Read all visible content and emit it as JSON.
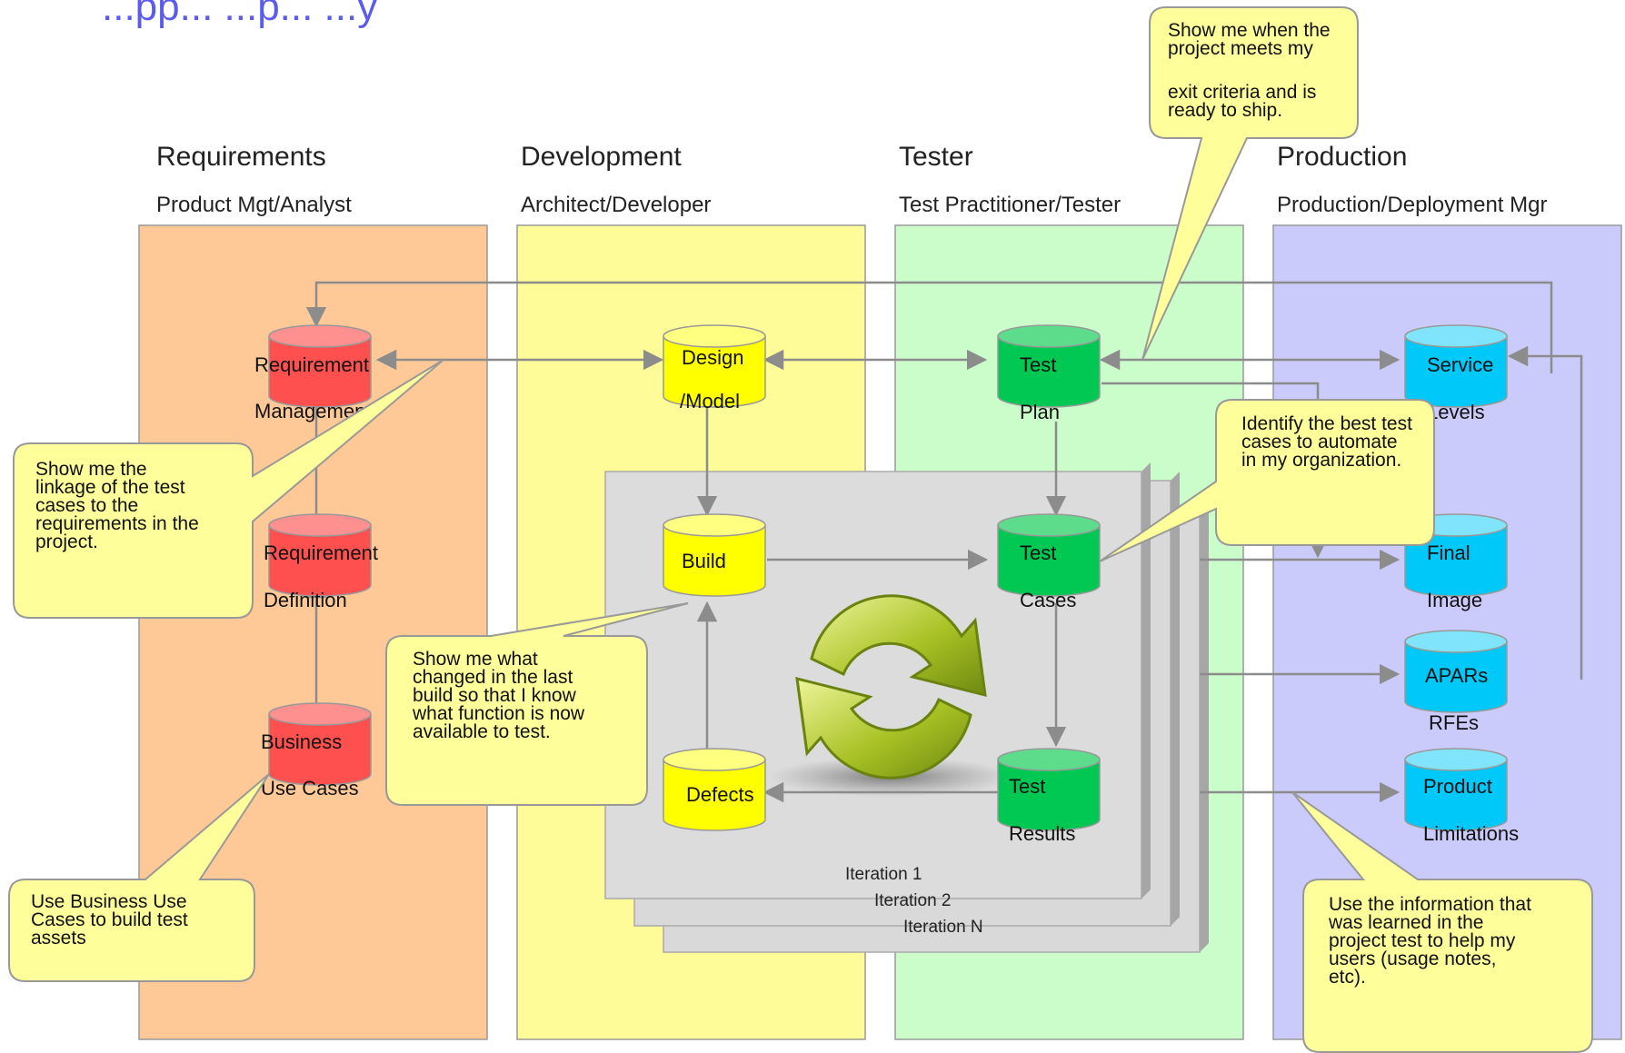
{
  "header": {
    "partial_title": "...pp... ...p... ...y"
  },
  "colors": {
    "requirements_lane": "#fec997",
    "development_lane": "#fdfc98",
    "tester_lane": "#cbfdcb",
    "production_lane": "#cbcbfb",
    "red_store": "#ff5050",
    "yellow_store": "#ffff00",
    "green_store": "#00c853",
    "cyan_store": "#00c8f8",
    "callout": "#fefe9a",
    "iteration_box": "#d9d9d9",
    "connector": "#8c8c8c",
    "heading": "#5b5bf0"
  },
  "lanes": [
    {
      "title": "Requirements",
      "subtitle": "Product Mgt/Analyst"
    },
    {
      "title": "Development",
      "subtitle": "Architect/Developer"
    },
    {
      "title": "Tester",
      "subtitle": "Test Practitioner/Tester"
    },
    {
      "title": "Production",
      "subtitle": "Production/Deployment Mgr"
    }
  ],
  "stores": {
    "requirement_management": {
      "line1": "Requirement",
      "line2": "Management"
    },
    "requirement_definition": {
      "line1": "Requirement",
      "line2": "Definition"
    },
    "business_use_cases": {
      "line1": "Business",
      "line2": "Use Cases"
    },
    "design_model": {
      "line1": "Design",
      "line2": "/Model"
    },
    "build": {
      "line1": "Build",
      "line2": ""
    },
    "defects": {
      "line1": "Defects",
      "line2": ""
    },
    "test_plan": {
      "line1": "Test",
      "line2": "Plan"
    },
    "test_cases": {
      "line1": "Test",
      "line2": "Cases"
    },
    "test_results": {
      "line1": "Test",
      "line2": "Results"
    },
    "service_levels": {
      "line1": "Service",
      "line2": "Levels"
    },
    "final_image": {
      "line1": "Final",
      "line2": "Image"
    },
    "apars_rfes": {
      "line1": "APARs",
      "line2": "RFEs"
    },
    "product_limitations": {
      "line1": "Product",
      "line2": "Limitations"
    }
  },
  "iterations": [
    "Iteration 1",
    "Iteration 2",
    "Iteration N"
  ],
  "callouts": {
    "exit_criteria": [
      "Show me when the",
      "project meets my",
      "",
      "exit criteria and is",
      "ready to ship."
    ],
    "linkage": [
      "Show me the",
      "linkage of the test",
      "cases to the",
      "requirements in the",
      "project."
    ],
    "automate": [
      "Identify the best test",
      "cases to automate",
      "in my organization."
    ],
    "changed_build": [
      "Show me what",
      "changed in the last",
      "build so that I know",
      "what function is now",
      "available to test."
    ],
    "business_use": [
      "Use Business Use",
      "Cases to build test",
      "assets"
    ],
    "information": [
      "Use the information that",
      "was learned in the",
      "project test to help my",
      "users (usage notes,",
      "etc)."
    ]
  },
  "icons": {
    "cycle": "refresh-cycle-icon"
  }
}
